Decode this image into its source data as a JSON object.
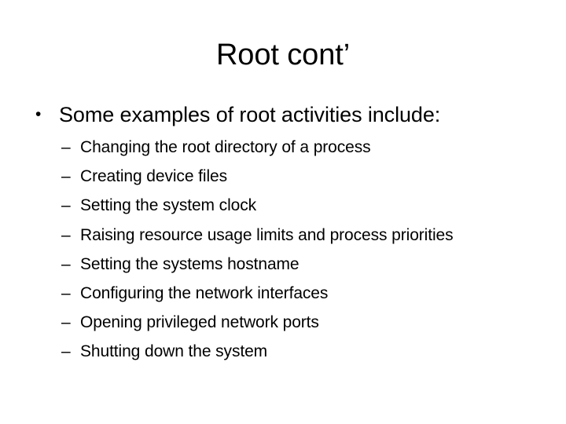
{
  "slide": {
    "title": "Root cont’",
    "bullets": [
      {
        "marker": "•",
        "text": "Some examples of root activities include:",
        "children": [
          {
            "marker": "–",
            "text": "Changing the root directory of a process"
          },
          {
            "marker": "–",
            "text": "Creating device files"
          },
          {
            "marker": "–",
            "text": "Setting the system clock"
          },
          {
            "marker": "–",
            "text": "Raising resource usage limits and process priorities"
          },
          {
            "marker": "–",
            "text": "Setting the systems hostname"
          },
          {
            "marker": "–",
            "text": "Configuring the network interfaces"
          },
          {
            "marker": "–",
            "text": "Opening privileged network ports"
          },
          {
            "marker": "–",
            "text": "Shutting down the system"
          }
        ]
      }
    ]
  },
  "colors": {
    "background": "#ffffff",
    "text": "#000000"
  }
}
